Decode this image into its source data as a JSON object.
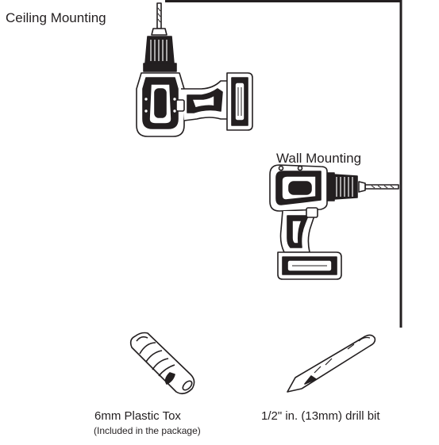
{
  "labels": {
    "ceiling": "Ceiling Mounting",
    "wall": "Wall Mounting"
  },
  "items": [
    {
      "caption": "6mm Plastic Tox",
      "note": "(Included in the package)",
      "icon": "plastic-anchor-icon"
    },
    {
      "caption": "1/2\" in. (13mm) drill bit",
      "icon": "drill-bit-icon"
    }
  ],
  "icons": {
    "ceiling_drill": "cordless-drill-icon",
    "wall_drill": "cordless-drill-icon"
  },
  "colors": {
    "line": "#231f20",
    "background": "#ffffff"
  }
}
